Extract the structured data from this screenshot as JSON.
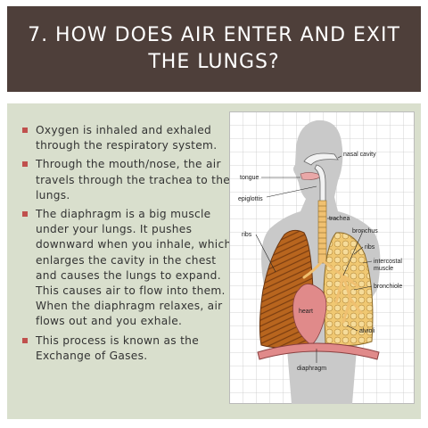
{
  "slide": {
    "title": "7. How does air enter and exit the lungs?",
    "accent_color": "#c0504d",
    "header_bg": "#4e3f3a",
    "content_bg": "#d9dfcd",
    "bullets": [
      "Oxygen is inhaled and exhaled through the respiratory system.",
      "Through the mouth/nose, the air travels through the trachea to the lungs.",
      "The diaphragm is a big muscle under your lungs. It pushes downward when you inhale, which enlarges the cavity in the chest and causes the lungs to expand. This causes air to flow into them. When the diaphragm relaxes, air flows out and you exhale.",
      "This process is known as the Exchange of Gases."
    ]
  },
  "diagram": {
    "labels": {
      "nasal_cavity": "nasal cavity",
      "tongue": "tongue",
      "epiglottis": "epiglottis",
      "trachea": "trachea",
      "bronchus": "bronchus",
      "ribs_left": "ribs",
      "ribs_right": "ribs",
      "intercostal_1": "intercostal",
      "intercostal_2": "muscle",
      "bronchiole": "bronchiole",
      "heart": "heart",
      "alvioli": "alvioli",
      "diaphragm": "diaphragm"
    }
  }
}
